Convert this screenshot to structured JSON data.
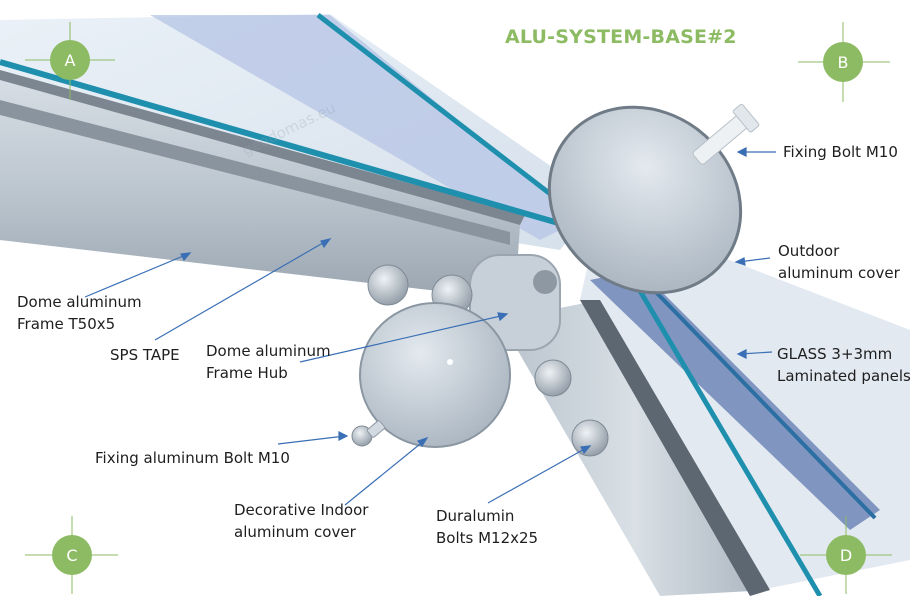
{
  "title": "ALU-SYSTEM-BASE#2",
  "watermark": "geodomas.eu",
  "corners": [
    "A",
    "B",
    "C",
    "D"
  ],
  "labels": {
    "fixing_bolt_m10": "Fixing Bolt M10",
    "outdoor_cover_l1": "Outdoor",
    "outdoor_cover_l2": "aluminum cover",
    "glass_l1": "GLASS 3+3mm",
    "glass_l2": "Laminated panels",
    "frame_l1": "Dome aluminum",
    "frame_l2": "Frame T50x5",
    "sps_tape": "SPS TAPE",
    "hub_l1": "Dome aluminum",
    "hub_l2": "Frame Hub",
    "fixing_alu_bolt": "Fixing aluminum Bolt M10",
    "indoor_cover_l1": "Decorative Indoor",
    "indoor_cover_l2": "aluminum cover",
    "duralumin_l1": "Duralumin",
    "duralumin_l2": "Bolts M12x25"
  },
  "colors": {
    "title": "#8dbb63",
    "corner_marker": "#8dbb63",
    "glass_edge": "#1f8fae",
    "leader_line": "#3a6fb5",
    "frame": "#c9d3dd"
  }
}
